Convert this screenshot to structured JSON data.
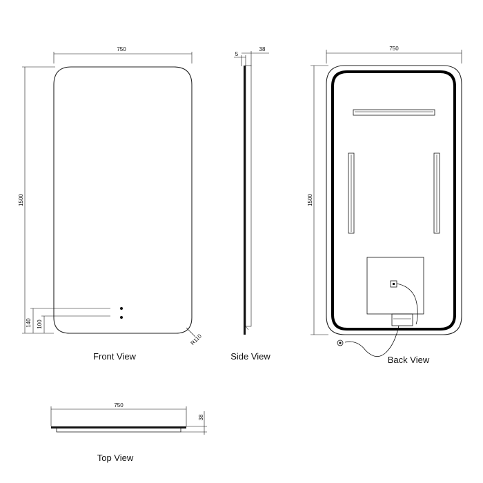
{
  "drawing": {
    "front_view": {
      "label": "Front View",
      "width_dim": "750",
      "height_dim": "1500",
      "dim_140": "140",
      "dim_100": "100",
      "radius_dim": "R110"
    },
    "side_view": {
      "label": "Side View",
      "dim_5": "5",
      "dim_38": "38"
    },
    "back_view": {
      "label": "Back View",
      "width_dim": "750",
      "height_dim": "1500"
    },
    "top_view": {
      "label": "Top View",
      "width_dim": "750",
      "depth_dim": "38"
    },
    "colors": {
      "line": "#111111",
      "background": "#ffffff"
    }
  }
}
